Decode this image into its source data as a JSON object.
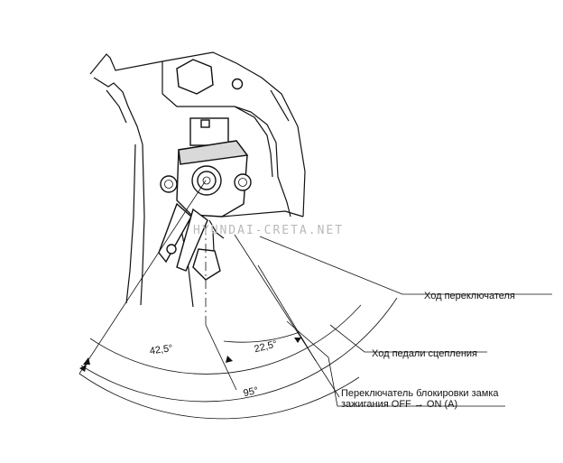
{
  "watermark": "HYUNDAI-CRETA.NET",
  "angles": {
    "a425": "42,5°",
    "a225": "22,5°",
    "a95": "95°"
  },
  "labels": {
    "switch_stroke": "Ход переключателя",
    "clutch_pedal_stroke": "Ход педали сцепления",
    "ignition_lock_line1": "Переключатель блокировки замка",
    "ignition_lock_line2": "зажигания OFF → ON (A)"
  }
}
